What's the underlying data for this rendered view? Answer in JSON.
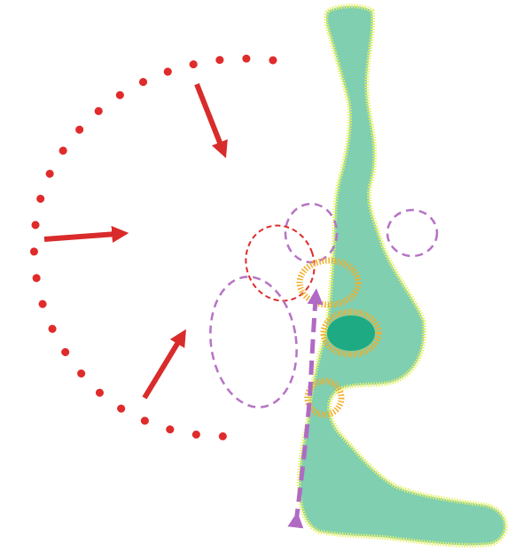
{
  "diagram": {
    "colors": {
      "background": "#ffffff",
      "land_fill": "#7fcfb0",
      "land_edge": "#e8f06a",
      "core_fill": "#1eaa82",
      "arc_red": "#e02b2b",
      "arrow_red": "#d92b2b",
      "zone_purple": "#b673c4",
      "zone_red": "#e02b2b",
      "node_orange": "#f2ad2a",
      "path_purple": "#b06ac4"
    },
    "elements": [
      {
        "name": "land-strip",
        "kind": "land-shape"
      },
      {
        "name": "core-node",
        "kind": "filled-node"
      },
      {
        "name": "dotted-arc",
        "kind": "dotted-arc"
      },
      {
        "name": "arrow-top",
        "kind": "arrow"
      },
      {
        "name": "arrow-middle",
        "kind": "arrow"
      },
      {
        "name": "arrow-bottom",
        "kind": "arrow"
      },
      {
        "name": "zone-small-left",
        "kind": "dashed-ellipse"
      },
      {
        "name": "zone-small-right",
        "kind": "dashed-ellipse"
      },
      {
        "name": "zone-red",
        "kind": "dashed-ellipse"
      },
      {
        "name": "zone-large",
        "kind": "dashed-ellipse"
      },
      {
        "name": "node-ring-upper",
        "kind": "hatched-ring"
      },
      {
        "name": "node-ring-lower",
        "kind": "hatched-ring"
      },
      {
        "name": "path-arrow",
        "kind": "dashed-arrow"
      }
    ]
  }
}
